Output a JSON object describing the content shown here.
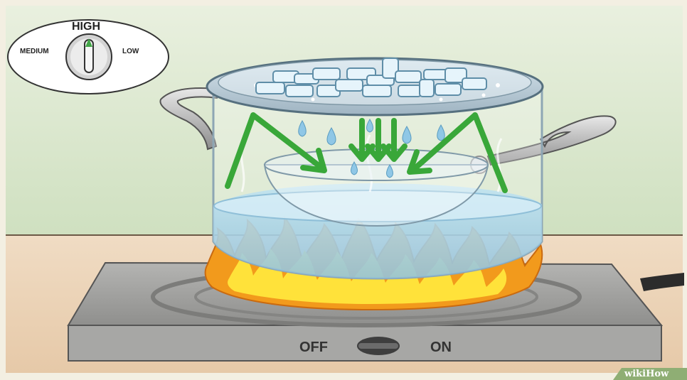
{
  "dial": {
    "high_label": "HIGH",
    "medium_label": "MEDIUM",
    "low_label": "LOW"
  },
  "stove": {
    "off_label": "OFF",
    "on_label": "ON"
  },
  "watermark": "wikiHow",
  "colors": {
    "wall": "#dfe9d2",
    "counter": "#ecd5bb",
    "arrow": "#3aa63a",
    "flame_outer": "#f29a1c",
    "flame_inner": "#ffe23a",
    "water": "#a9d3ea",
    "stove_body": "#9a9a98"
  },
  "icons": [
    "ice-cubes-icon",
    "flame-icon",
    "water-droplet-icon",
    "arrow-icon"
  ]
}
